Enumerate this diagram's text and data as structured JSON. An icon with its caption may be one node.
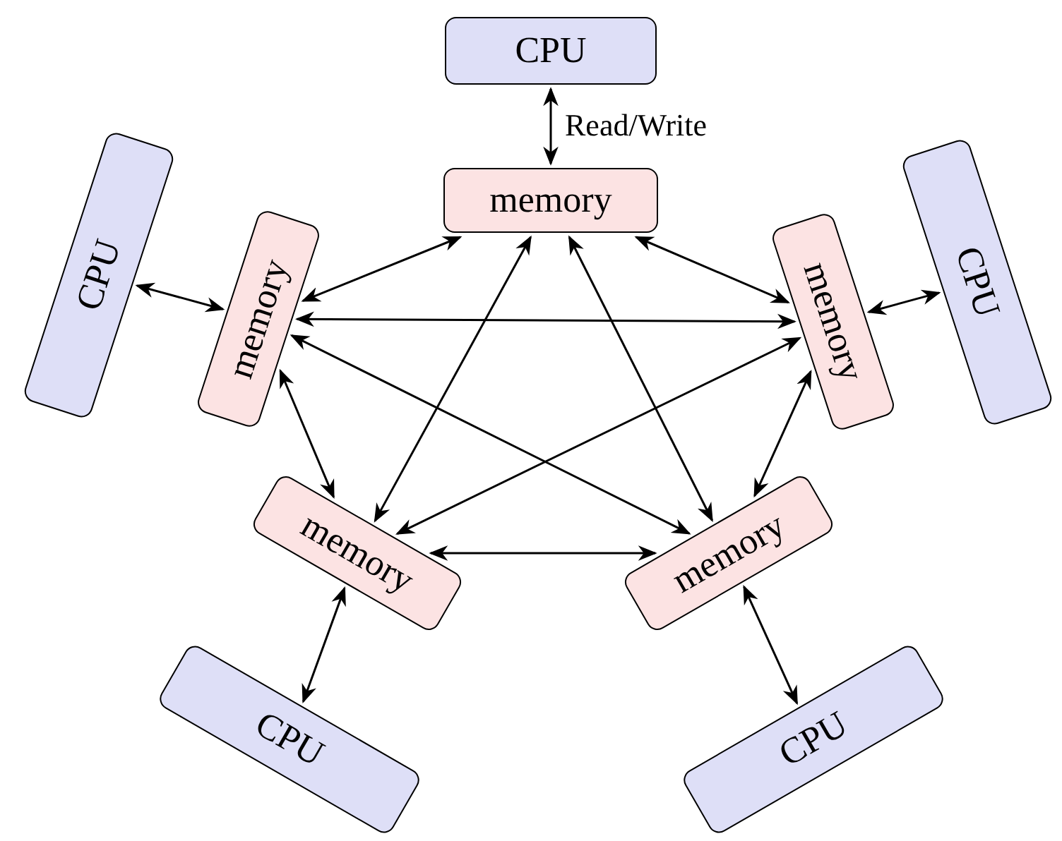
{
  "diagram": {
    "nodes": [
      {
        "text": [
          "CPU"
        ]
      },
      {
        "text": [
          "memory"
        ]
      },
      {
        "text": [
          "CPU"
        ]
      },
      {
        "text": [
          "memory"
        ]
      },
      {
        "text": [
          "memory"
        ]
      },
      {
        "text": [
          "CPU"
        ]
      },
      {
        "text": [
          "memory"
        ]
      },
      {
        "text": [
          "memory"
        ]
      },
      {
        "text": [
          "CPU"
        ]
      },
      {
        "text": [
          "CPU"
        ]
      }
    ],
    "edges": [
      {
        "from": 0,
        "to": 1,
        "arrow": "both",
        "label": "Read/Write"
      },
      {
        "from": 2,
        "to": 3,
        "arrow": "both"
      },
      {
        "from": 5,
        "to": 4,
        "arrow": "both"
      },
      {
        "from": 6,
        "to": 8,
        "arrow": "both"
      },
      {
        "from": 7,
        "to": 9,
        "arrow": "both"
      },
      {
        "from": 1,
        "to": 3,
        "arrow": "both"
      },
      {
        "from": 1,
        "to": 4,
        "arrow": "both"
      },
      {
        "from": 1,
        "to": 6,
        "arrow": "both"
      },
      {
        "from": 1,
        "to": 7,
        "arrow": "both"
      },
      {
        "from": 3,
        "to": 4,
        "arrow": "both"
      },
      {
        "from": 3,
        "to": 6,
        "arrow": "both"
      },
      {
        "from": 3,
        "to": 7,
        "arrow": "both"
      },
      {
        "from": 4,
        "to": 6,
        "arrow": "both"
      },
      {
        "from": 4,
        "to": 7,
        "arrow": "both"
      },
      {
        "from": 6,
        "to": 7,
        "arrow": "both"
      }
    ]
  }
}
